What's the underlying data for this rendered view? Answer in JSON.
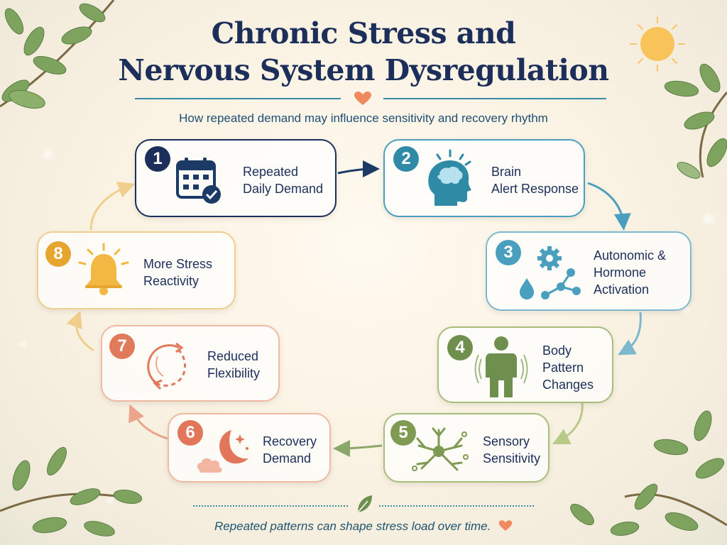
{
  "title_line1": "Chronic Stress and",
  "title_line2": "Nervous System Dysregulation",
  "subtitle": "How repeated demand may influence sensitivity and recovery rhythm",
  "steps": [
    {
      "number": "1",
      "line1": "Repeated",
      "line2": "Daily Demand",
      "line3": "",
      "color": "#1c2f5a",
      "icon": "calendar-check-icon"
    },
    {
      "number": "2",
      "line1": "Brain",
      "line2": "Alert Response",
      "line3": "",
      "color": "#2f8aa6",
      "icon": "brain-head-icon"
    },
    {
      "number": "3",
      "line1": "Autonomic &",
      "line2": "Hormone",
      "line3": "Activation",
      "color": "#4a9fbf",
      "icon": "gear-drop-molecule-icon"
    },
    {
      "number": "4",
      "line1": "Body",
      "line2": "Pattern",
      "line3": "Changes",
      "color": "#6e8f4e",
      "icon": "body-figure-icon"
    },
    {
      "number": "5",
      "line1": "Sensory",
      "line2": "Sensitivity",
      "line3": "",
      "color": "#7f9a53",
      "icon": "neuron-icon"
    },
    {
      "number": "6",
      "line1": "Recovery",
      "line2": "Demand",
      "line3": "",
      "color": "#e2765a",
      "icon": "moon-cloud-icon"
    },
    {
      "number": "7",
      "line1": "Reduced",
      "line2": "Flexibility",
      "line3": "",
      "color": "#e07a5a",
      "icon": "cycle-arrows-icon"
    },
    {
      "number": "8",
      "line1": "More Stress",
      "line2": "Reactivity",
      "line3": "",
      "color": "#e5a52e",
      "icon": "alarm-bell-icon"
    }
  ],
  "footer": "Repeated patterns can shape stress load over time."
}
